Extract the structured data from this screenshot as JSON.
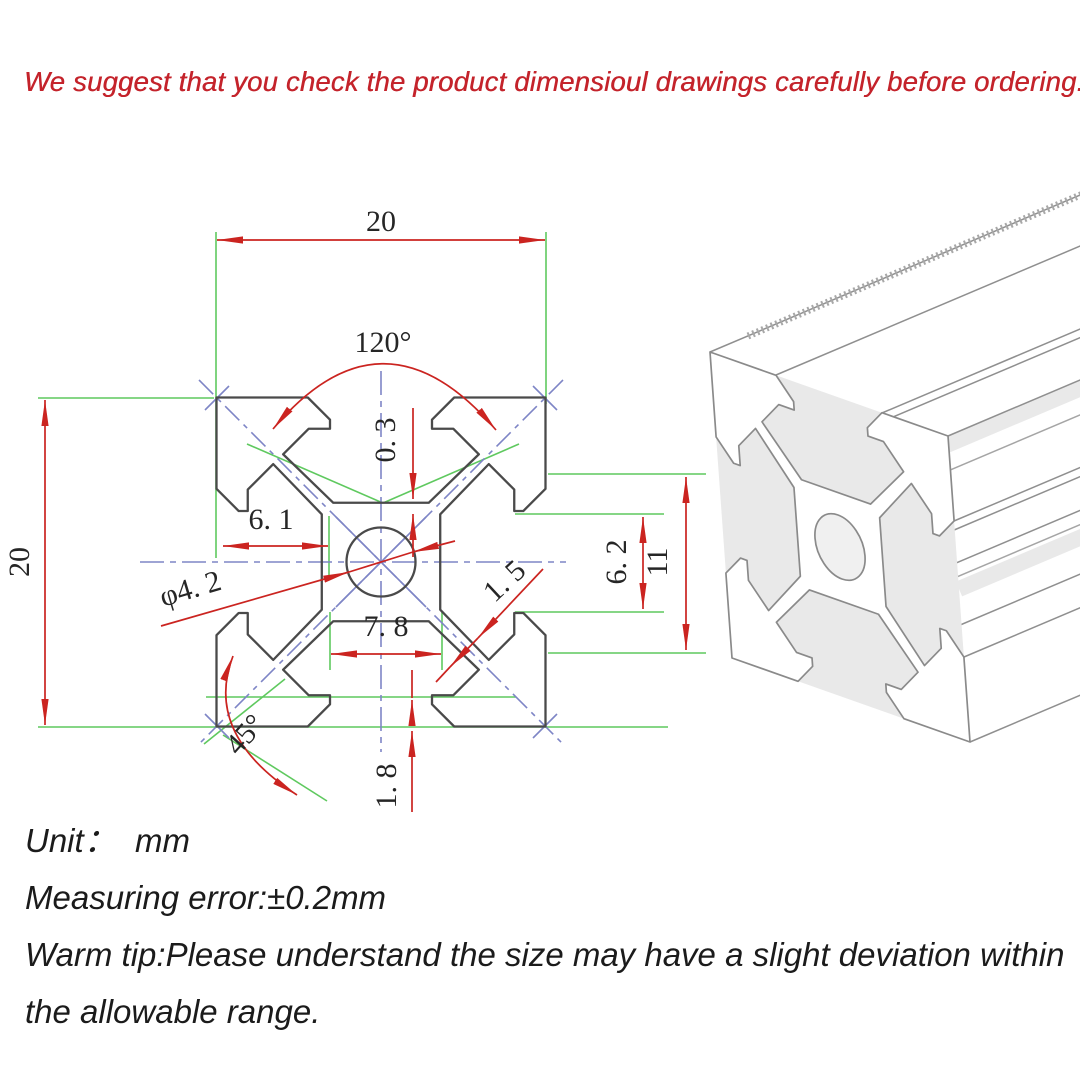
{
  "warning": "We suggest that you check the product dimensioul drawings carefully before ordering.",
  "drawing": {
    "dims": {
      "width_top": "20",
      "height_left": "20",
      "slot_angle": "120°",
      "floor_offset": "0. 3",
      "edge_to_throat": "6. 1",
      "center_bore": "φ4. 2",
      "slot_floor_width": "7. 8",
      "wall_thickness": "1. 5",
      "corner_angle": "45°",
      "lip_depth": "1. 8",
      "slot_opening": "6. 2",
      "cavity_width": "11"
    }
  },
  "notes": {
    "unit": "Unit：  mm",
    "error": "Measuring error:±0.2mm",
    "tip1": "Warm tip:Please understand the size may have a slight deviation within",
    "tip2": "the allowable range."
  },
  "colors": {
    "dimension_red": "#cb2420",
    "extension_green": "#5fc95f",
    "centerline_blue": "#7e85c6",
    "profile_outline": "#4a4a4a",
    "warning_text": "#c4232b",
    "sketch_gray": "#8f8f8f"
  }
}
